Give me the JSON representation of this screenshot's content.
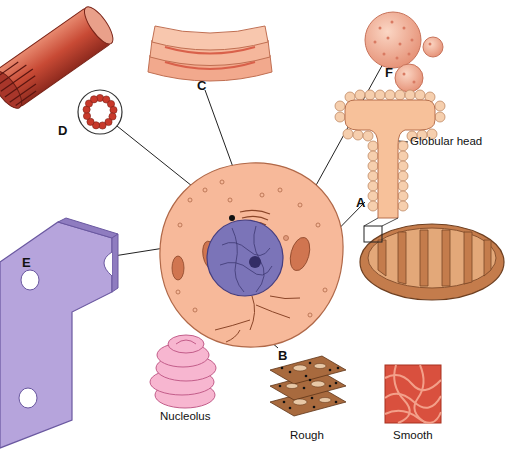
{
  "diagram": {
    "labels": [
      "D",
      "C",
      "F",
      "A",
      "Globular head",
      "E",
      "B",
      "Nucleolus",
      "Rough",
      "Smooth"
    ]
  }
}
